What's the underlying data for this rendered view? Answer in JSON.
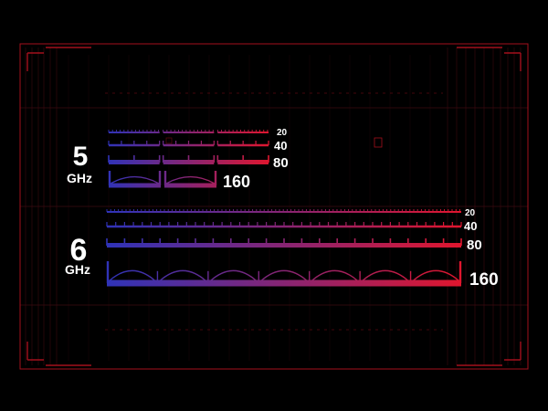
{
  "colors": {
    "background": "#000000",
    "frame": "#a3101c",
    "frame_dim": "#3d0a10",
    "gradient_start": "#2f33b8",
    "gradient_end": "#e0162e",
    "label": "#ffffff"
  },
  "bands": [
    {
      "number": "5",
      "unit": "GHz",
      "groups": [
        {
          "width_label": "20",
          "channel_count": 3
        },
        {
          "width_label": "40",
          "channel_count": 3
        },
        {
          "width_label": "80",
          "channel_count": 3
        },
        {
          "width_label": "160",
          "channel_count": 2
        }
      ]
    },
    {
      "number": "6",
      "unit": "GHz",
      "groups": [
        {
          "width_label": "20",
          "channel_count": 1
        },
        {
          "width_label": "40",
          "channel_count": 1
        },
        {
          "width_label": "80",
          "channel_count": 1
        },
        {
          "width_label": "160",
          "channel_count": 1
        }
      ]
    }
  ]
}
